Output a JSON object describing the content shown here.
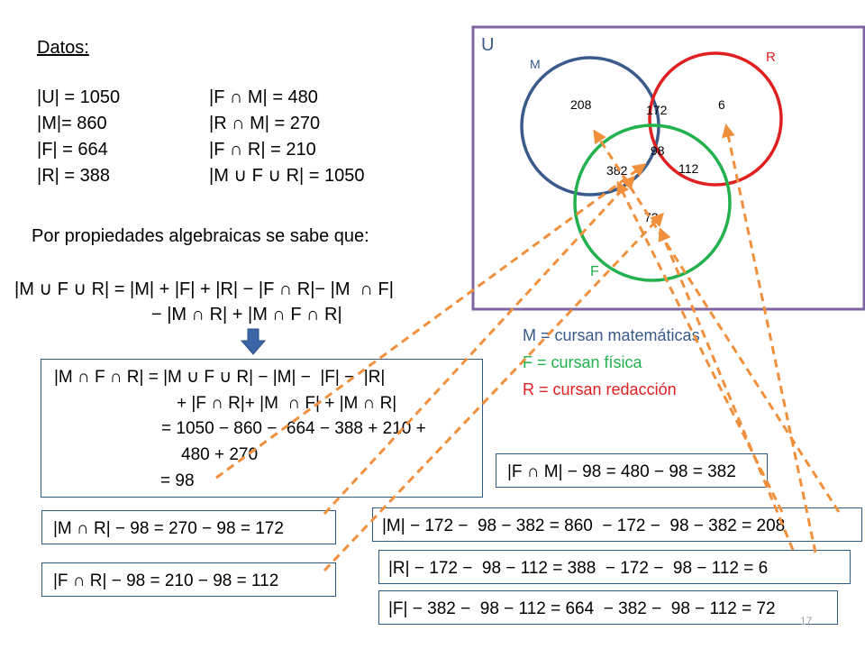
{
  "datos": {
    "title": "Datos:",
    "left": [
      "|U| = 1050",
      "|M|= 860",
      "|F| = 664",
      "|R| = 388"
    ],
    "right": [
      "|F ∩ M| = 480",
      "|R ∩ M| = 270",
      "|F ∩ R| = 210",
      "|M ∪ F ∪ R| = 1050"
    ]
  },
  "props": {
    "intro": "Por propiedades algebraicas se sabe que:",
    "formula_line1": "|M ∪ F ∪ R| = |M| + |F| + |R| − |F ∩ R|− |M  ∩ F|",
    "formula_line2": "− |M ∩ R| + |M ∩ F ∩ R|"
  },
  "main_box": {
    "lines": [
      "|M ∩ F ∩ R| = |M ∪ F ∪ R| − |M| −  |F| −  |R|",
      "+ |F ∩ R|+ |M  ∩ F| + |M ∩ R|",
      "= 1050 − 860 −  664 − 388 + 210 +",
      "480 + 270",
      "= 98"
    ]
  },
  "boxes": {
    "mr": "|M ∩ R| − 98 = 270 − 98 = 172",
    "fr": "|F ∩ R| − 98 = 210 − 98 = 112",
    "fm": "|F ∩ M| − 98 = 480 − 98 = 382",
    "m": "|M| − 172 −  98 − 382 = 860  − 172 −  98 − 382 = 208",
    "r": "|R| − 172 −  98 − 112 = 388  − 172 −  98 − 112 = 6",
    "f": "|F| − 382 −  98 − 112 = 664  − 382 −  98 − 112 = 72"
  },
  "legend": {
    "m": "M = cursan matemáticas",
    "f": "F = cursan física",
    "r": "R = cursan redacción"
  },
  "venn": {
    "universe": "U",
    "set_m": "M",
    "set_r": "R",
    "set_f": "F",
    "only_m": "208",
    "m_r": "172",
    "only_r": "6",
    "mfr": "98",
    "m_f": "382",
    "f_r": "112",
    "only_f": "72"
  },
  "page_number": "17",
  "colors": {
    "m": "#3a5a8c",
    "r": "#e02020",
    "f": "#22b14c",
    "universe": "#8064a2",
    "arrow": "#f0903c",
    "box_border": "#2e5b86",
    "down_arrow": "#3a66a8"
  }
}
